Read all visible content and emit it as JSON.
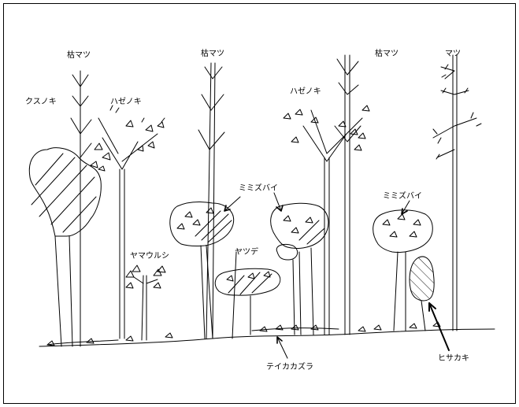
{
  "labels": {
    "kare_matsu_1": "枯マツ",
    "kare_matsu_2": "枯マツ",
    "kare_matsu_3": "枯マツ",
    "matsu": "マツ",
    "kusunoki": "クスノキ",
    "hazenoki_1": "ハゼノキ",
    "hazenoki_2": "ハゼノキ",
    "mimizubai_1": "ミミズバイ",
    "mimizubai_2": "ミミズバイ",
    "yamaurushi": "ヤマウルシ",
    "yatsude": "ヤツデ",
    "teikakazura": "テイカカズラ",
    "hisakaki": "ヒサカキ"
  },
  "colors": {
    "stroke": "#000000",
    "background": "#ffffff"
  }
}
